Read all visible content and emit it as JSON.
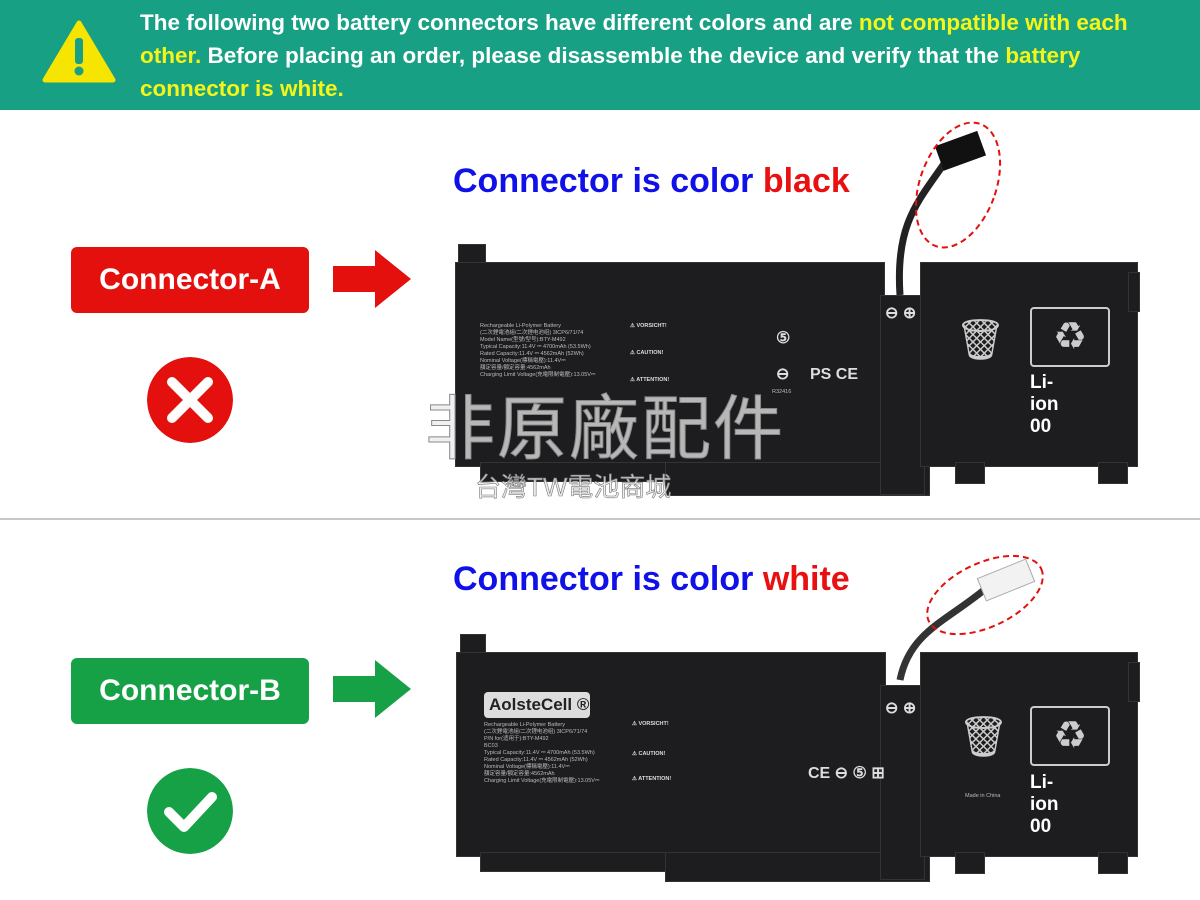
{
  "banner": {
    "part1": "The following two battery connectors have different colors and are ",
    "hl1": "not compatible with each other.",
    "part2": " Before placing an order, please disassemble the device and verify that the ",
    "hl2": "battery connector is white.",
    "icon": "warning-triangle-icon"
  },
  "section_a": {
    "title_prefix": "Connector is color ",
    "title_color": "black",
    "tag": "Connector-A",
    "status": "incompatible",
    "status_icon": "x-circle-icon",
    "tag_color": "#e3100e"
  },
  "section_b": {
    "title_prefix": "Connector is color ",
    "title_color": "white",
    "tag": "Connector-B",
    "status": "compatible",
    "status_icon": "check-circle-icon",
    "tag_color": "#17a146"
  },
  "battery_a": {
    "label": [
      "Rechargeable Li-Polymer Battery",
      "(二次鋰電池組/二次鋰电池组) 3ICP6/71/74",
      "Model Name(型號/型号):BTY-M492",
      "Typical Capacity:11.4V ⎓ 4700mAh (53.5Wh)",
      "Rated Capacity:11.4V ⎓ 4562mAh (52Wh)",
      "Nominal Voltage(標稱電壓):11.4V⎓",
      "額定容量/額定容量:4562mAh",
      "Charging Limit Voltage(充電限制電壓):13.05V⎓"
    ],
    "warnings": [
      "VORSICHT!",
      "CAUTION!",
      "ATTENTION!"
    ],
    "recycle": "Li-ion 00",
    "cert": "R32416"
  },
  "battery_b": {
    "brand": "AolsteCell",
    "label": [
      "Rechargeable Li-Polymer Battery",
      "(二次鋰電池組/二次锂电池组) 3ICP6/71/74",
      "P/N for(适用于):BTY-M492",
      "BC03",
      "Typical Capacity:11.4V ⎓ 4700mAh (53.5Wh)",
      "Rated Capacity:11.4V ⎓ 4562mAh (52Wh)",
      "Nominal Voltage(標稱電壓):11.4V⎓",
      "額定容量/額定容量:4562mAh",
      "Charging Limit Voltage(充電限制電壓):13.05V⎓"
    ],
    "warnings": [
      "VORSICHT!",
      "CAUTION!",
      "ATTENTION!"
    ],
    "recycle": "Li-ion 00",
    "made_in": "Made in China"
  },
  "watermark": {
    "main": "非原廠配件",
    "sub": "台灣TW電池商城"
  }
}
